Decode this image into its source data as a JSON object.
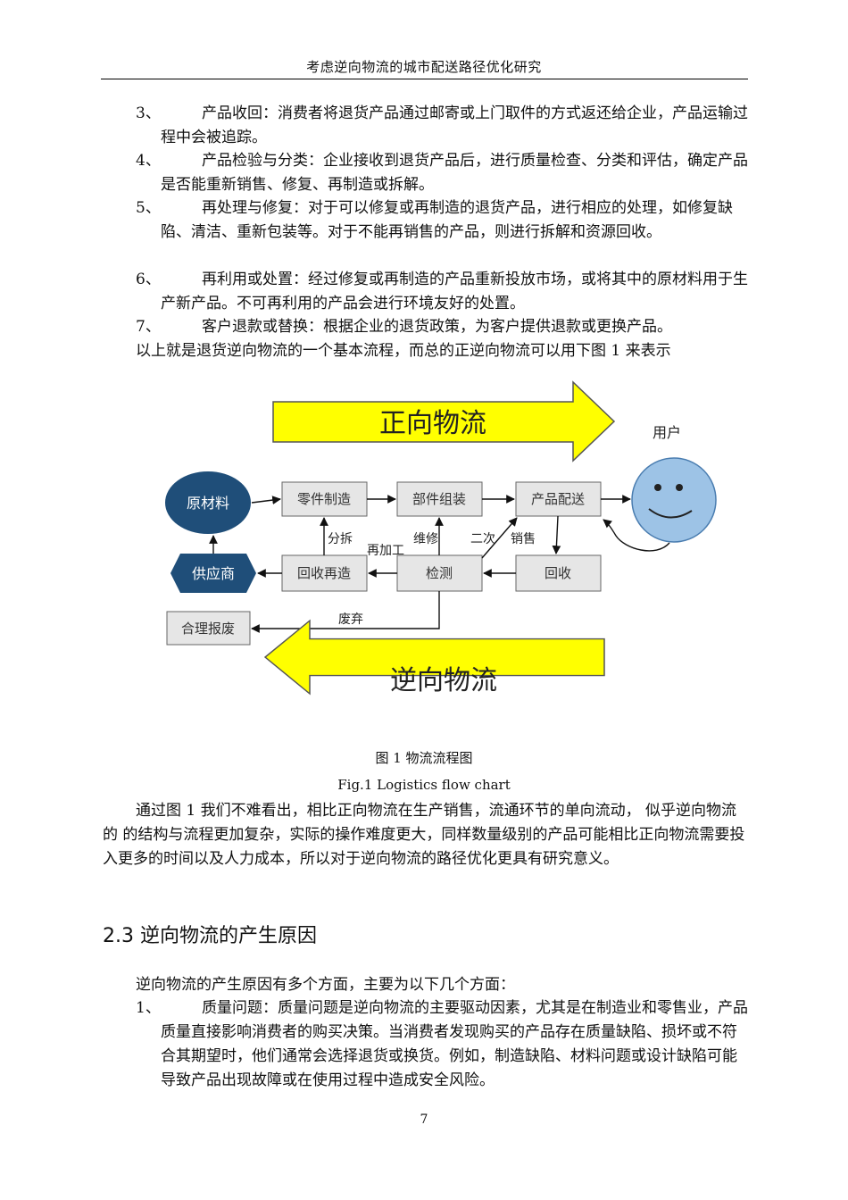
{
  "header": {
    "title": "考虑逆向物流的城市配送路径优化研究"
  },
  "list1": [
    {
      "num": "3、",
      "text": "产品收回：消费者将退货产品通过邮寄或上门取件的方式返还给企业，产品运输过程中会被追踪。"
    },
    {
      "num": "4、",
      "text": "产品检验与分类：企业接收到退货产品后，进行质量检查、分类和评估，确定产品是否能重新销售、修复、再制造或拆解。"
    },
    {
      "num": "5、",
      "text": "再处理与修复：对于可以修复或再制造的退货产品，进行相应的处理，如修复缺陷、清洁、重新包装等。对于不能再销售的产品，则进行拆解和资源回收。"
    },
    {
      "num": "6、",
      "text": "再利用或处置：经过修复或再制造的产品重新投放市场，或将其中的原材料用于生产新产品。不可再利用的产品会进行环境友好的处置。"
    },
    {
      "num": "7、",
      "text": "客户退款或替换：根据企业的退货政策，为客户提供退款或更换产品。"
    }
  ],
  "intro_line": "以上就是退货逆向物流的一个基本流程，而总的正逆向物流可以用下图 1 来表示",
  "figure": {
    "forward_label": "正向物流",
    "reverse_label": "逆向物流",
    "user_label": "用户",
    "nodes": {
      "raw_material": "原材料",
      "parts_manufacturing": "零件制造",
      "component_assembly": "部件组装",
      "product_delivery": "产品配送",
      "supplier": "供应商",
      "recycle_remanufacture": "回收再造",
      "inspection": "检测",
      "recovery": "回收",
      "disposal": "合理报废"
    },
    "edge_labels": {
      "disassemble": "分拆",
      "reprocess": "再加工",
      "repair": "维修",
      "secondary": "二次",
      "sale": "销售",
      "discard": "废弃"
    },
    "colors": {
      "arrow_fill": "#ffff00",
      "node_dark": "#1f4e79",
      "box_fill": "#e6e6e6",
      "face_fill": "#9dc3e6"
    }
  },
  "caption_cn": "图 1 物流流程图",
  "caption_en": "Fig.1 Logistics flow chart",
  "analysis": "通过图 1 我们不难看出，相比正向物流在生产销售，流通环节的单向流动， 似乎逆向物流的 的结构与流程更加复杂，实际的操作难度更大，同样数量级别的产品可能相比正向物流需要投入更多的时间以及人力成本，所以对于逆向物流的路径优化更具有研究意义。",
  "section": {
    "heading": "2.3 逆向物流的产生原因"
  },
  "section_intro": "逆向物流的产生原因有多个方面，主要为以下几个方面：",
  "list2": [
    {
      "num": "1、",
      "text": "质量问题：质量问题是逆向物流的主要驱动因素，尤其是在制造业和零售业，产品质量直接影响消费者的购买决策。当消费者发现购买的产品存在质量缺陷、损坏或不符合其期望时，他们通常会选择退货或换货。例如，制造缺陷、材料问题或设计缺陷可能导致产品出现故障或在使用过程中造成安全风险。"
    }
  ],
  "page_number": "7"
}
